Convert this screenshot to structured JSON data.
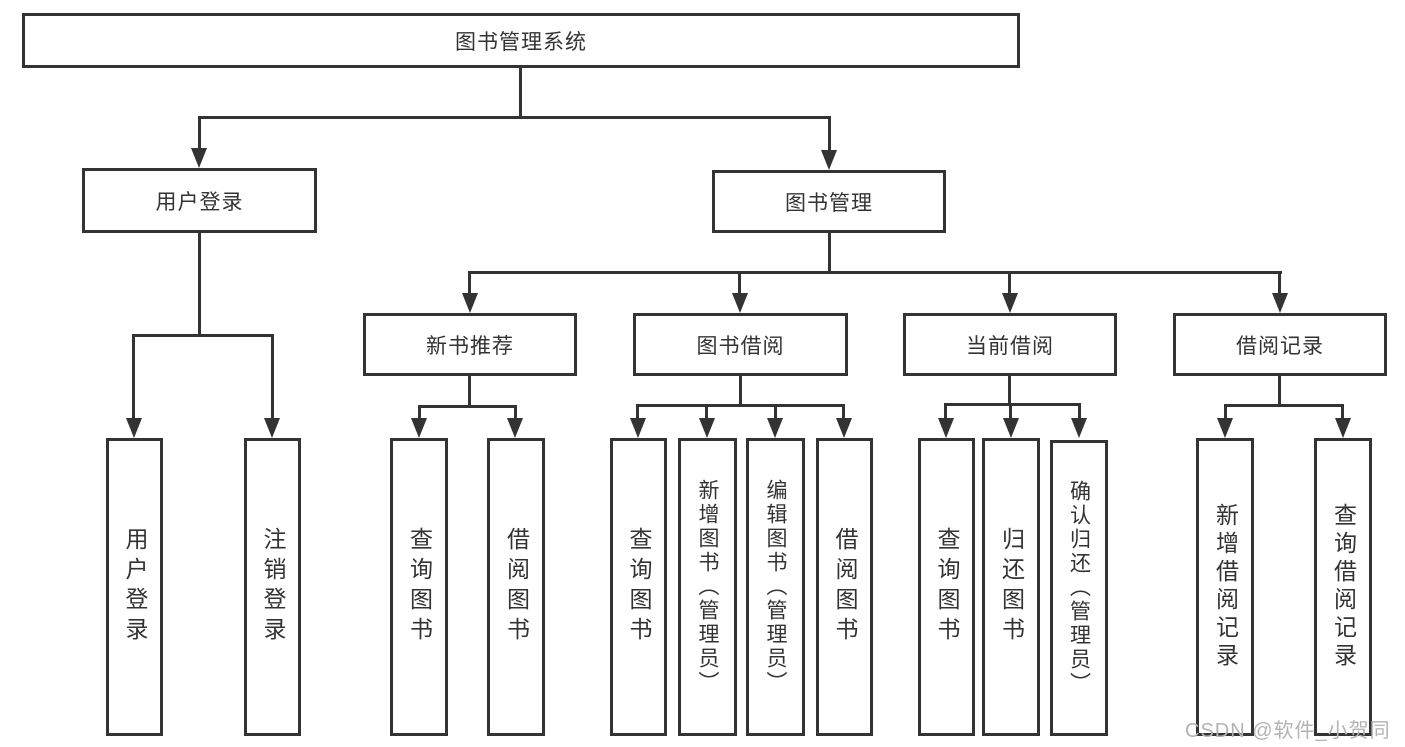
{
  "diagram": {
    "title": "图书管理系统",
    "level2": {
      "user_login": "用户登录",
      "book_management": "图书管理"
    },
    "level3": {
      "new_book_recommend": "新书推荐",
      "book_borrow": "图书借阅",
      "current_borrow": "当前借阅",
      "borrow_records": "借阅记录"
    },
    "leaves": {
      "user_login": [
        "用户登录",
        "注销登录"
      ],
      "new_book_recommend": [
        "查询图书",
        "借阅图书"
      ],
      "book_borrow": [
        "查询图书",
        "新增图书（管理员）",
        "编辑图书（管理员）",
        "借阅图书"
      ],
      "current_borrow": [
        "查询图书",
        "归还图书",
        "确认归还（管理员）"
      ],
      "borrow_records": [
        "新增借阅记录",
        "查询借阅记录"
      ]
    },
    "watermark": "CSDN @软件_小贺同学",
    "colors": {
      "line": "#333333",
      "text": "#333333",
      "watermark": "#b3b3b3",
      "background": "#ffffff"
    }
  }
}
